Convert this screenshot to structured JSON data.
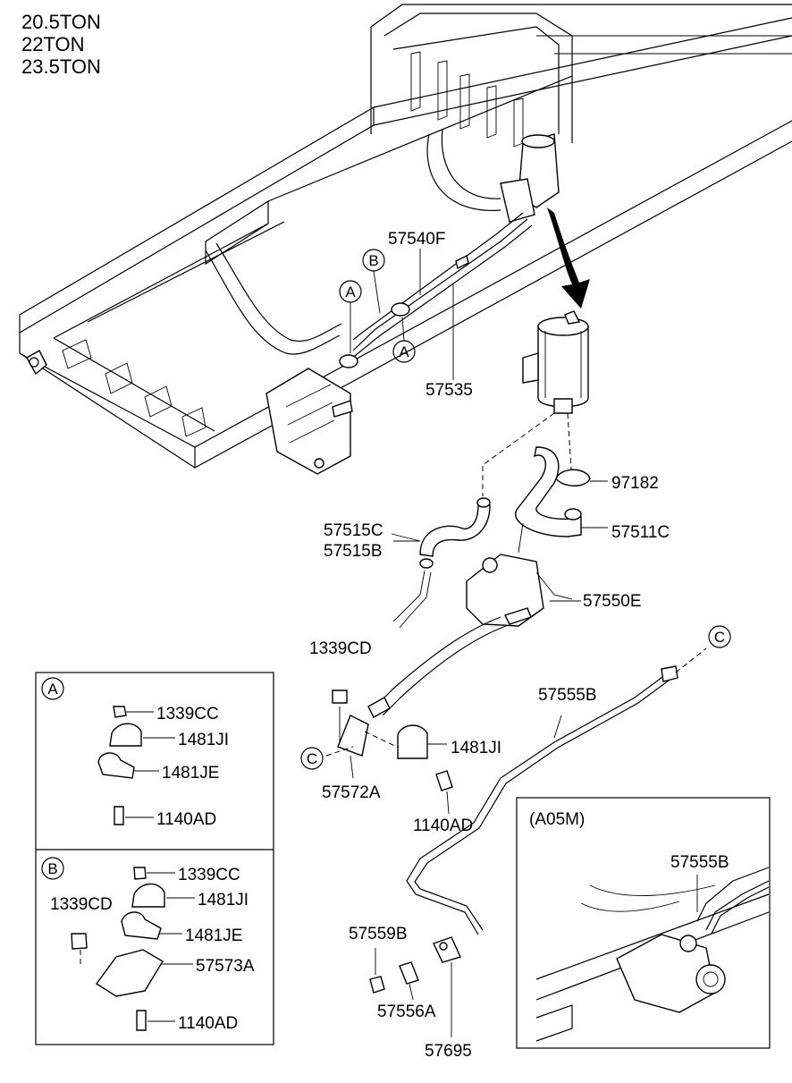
{
  "header": {
    "model_lines": [
      "20.5TON",
      "22TON",
      "23.5TON"
    ]
  },
  "labels": {
    "p57540F": "57540F",
    "p57535": "57535",
    "p97182": "97182",
    "p57511C": "57511C",
    "p57515C": "57515C",
    "p57515B": "57515B",
    "p57550E": "57550E",
    "p1339CD_main": "1339CD",
    "p57555B_main": "57555B",
    "p1481JI_main": "1481JI",
    "p57572A": "57572A",
    "p1140AD_main": "1140AD",
    "p57559B": "57559B",
    "p57556A": "57556A",
    "p57695": "57695"
  },
  "callouts": {
    "A": "A",
    "B": "B",
    "C": "C"
  },
  "detail_a": {
    "letter": "A",
    "parts": [
      "1339CC",
      "1481JI",
      "1481JE",
      "1140AD"
    ]
  },
  "detail_b": {
    "letter": "B",
    "parts": [
      "1339CC",
      "1339CD",
      "1481JI",
      "1481JE",
      "57573A",
      "1140AD"
    ]
  },
  "detail_a05m": {
    "title": "(A05M)",
    "part": "57555B"
  }
}
